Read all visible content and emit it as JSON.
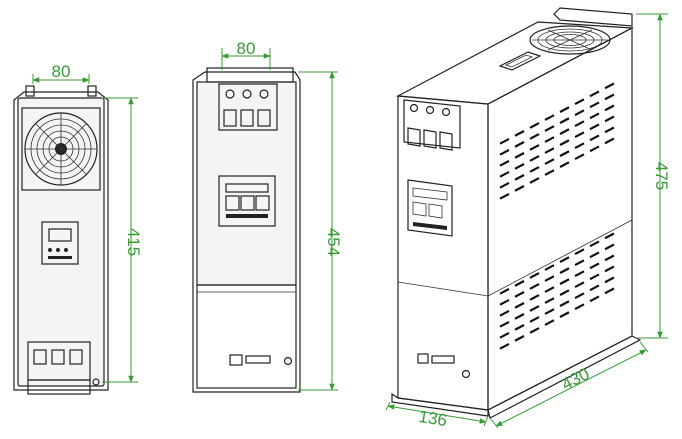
{
  "dimensions": {
    "side_view": {
      "width": "80",
      "height": "415"
    },
    "front_view": {
      "width": "80",
      "height": "454"
    },
    "iso_view": {
      "height": "475",
      "depth": "430",
      "width": "136"
    }
  },
  "colors": {
    "dimension_line": "#3a9a3a",
    "outline": "#222222",
    "background": "#ffffff"
  }
}
